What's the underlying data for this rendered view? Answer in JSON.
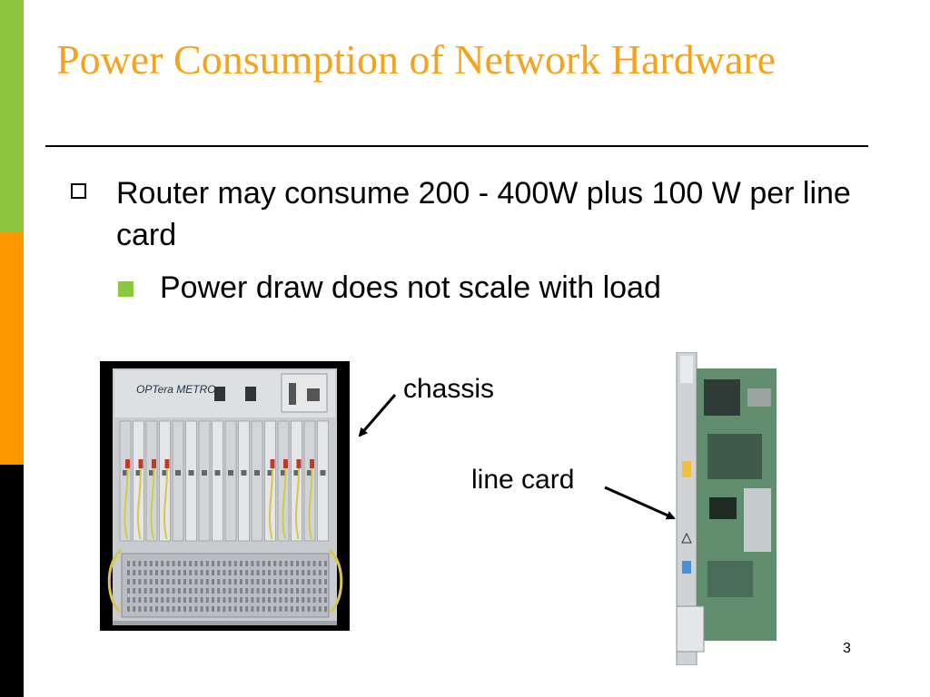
{
  "colors": {
    "accent_green": "#8dc63f",
    "accent_orange": "#ff9900",
    "sidebar_black": "#000000",
    "title": "#f7a21b"
  },
  "slide": {
    "title": "Power Consumption of Network Hardware",
    "bullets": [
      {
        "text": "Router may consume 200 - 400W plus 100 W per line card",
        "icon": "hollow-square-icon",
        "sub_bullets": [
          {
            "text": "Power draw does not scale with load",
            "icon": "filled-square-icon"
          }
        ]
      }
    ],
    "labels": {
      "chassis": "chassis",
      "line_card": "line card"
    },
    "chassis_brand": "OPTera METRO",
    "page_number": "3"
  }
}
